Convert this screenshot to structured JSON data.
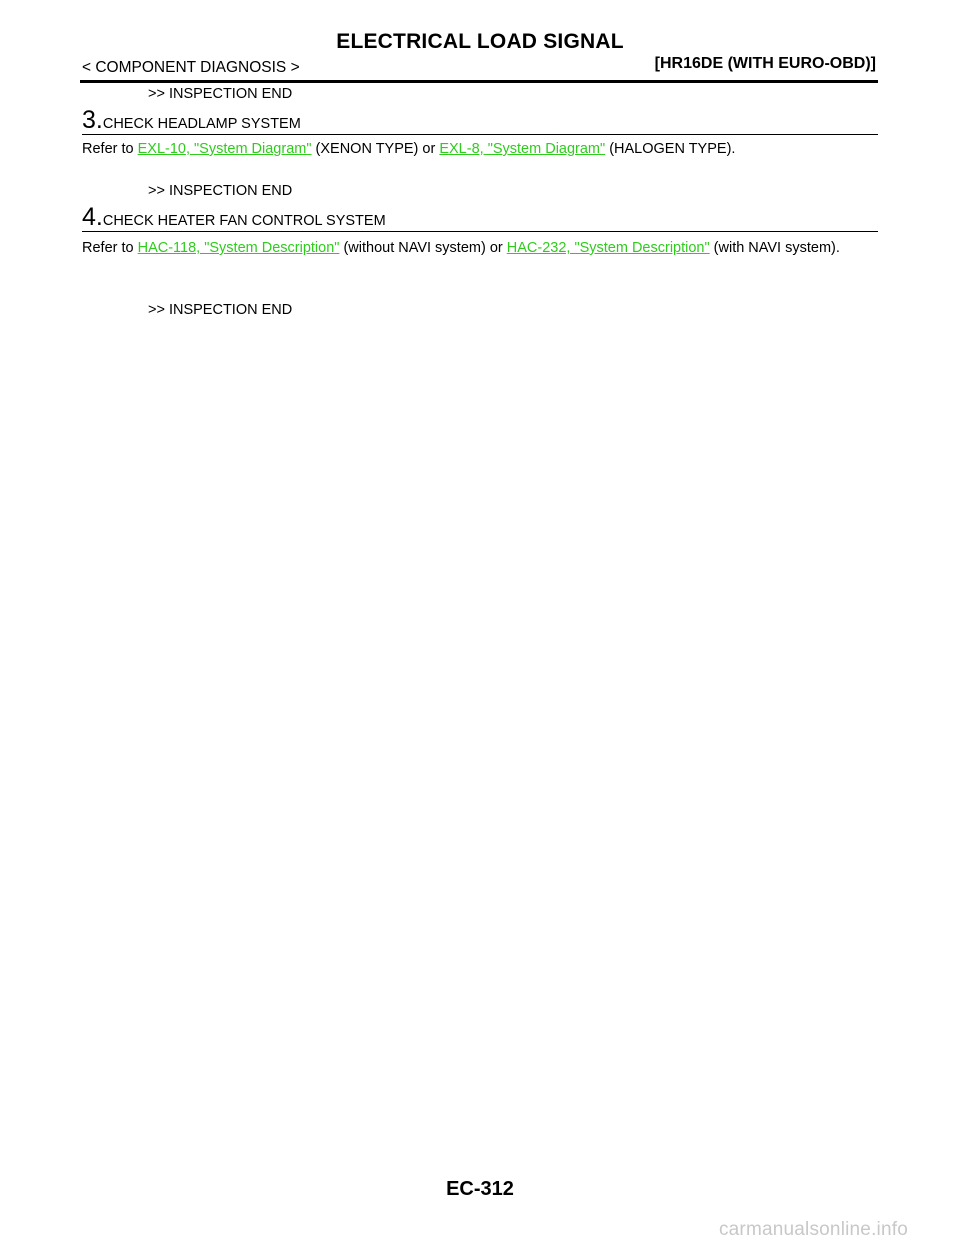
{
  "header": {
    "title": "ELECTRICAL LOAD SIGNAL",
    "section": "< COMPONENT DIAGNOSIS >",
    "model": "[HR16DE (WITH EURO-OBD)]"
  },
  "body": {
    "result_top": ">> INSPECTION END",
    "step3": {
      "number": "3.",
      "title": "CHECK HEADLAMP SYSTEM",
      "refer_prefix": "Refer to ",
      "link1": "EXL-10, \"System Diagram\"",
      "middle": " (XENON TYPE) or ",
      "link2": "EXL-8, \"System Diagram\"",
      "suffix": " (HALOGEN TYPE).",
      "result": ">> INSPECTION END"
    },
    "step4": {
      "number": "4.",
      "title": "CHECK HEATER FAN CONTROL SYSTEM",
      "refer_prefix": "Refer to ",
      "link1": "HAC-118, \"System Description\"",
      "middle": " (without NAVI system) or ",
      "link2": "HAC-232, \"System Description\"",
      "suffix": " (with NAVI system).",
      "result": ">> INSPECTION END"
    }
  },
  "footer": {
    "page_number": "EC-312",
    "watermark": "carmanualsonline.info"
  },
  "colors": {
    "link": "#2fcc1e",
    "watermark": "#c8c8c8"
  }
}
